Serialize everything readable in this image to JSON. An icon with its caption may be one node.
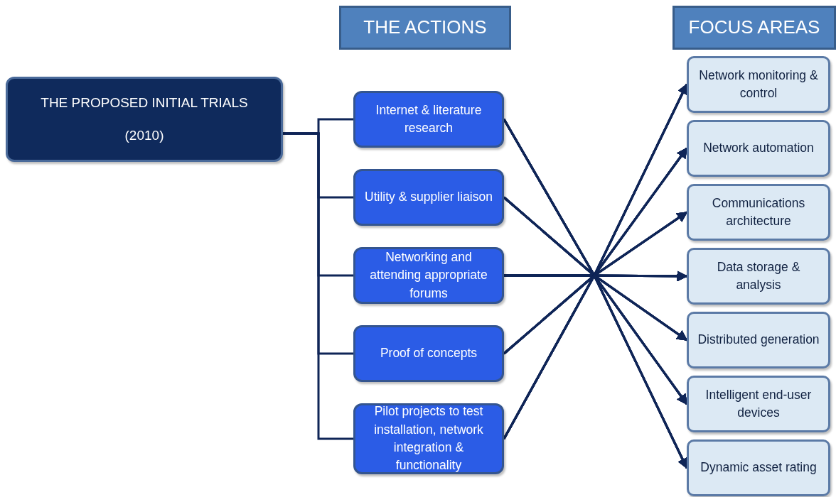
{
  "diagram": {
    "nodes": [
      {
        "text": [
          "THE ACTIONS"
        ]
      },
      {
        "text": [
          "FOCUS AREAS"
        ]
      },
      {
        "text": [
          "THE PROPOSED INITIAL TRIALS",
          "(2010)"
        ]
      },
      {
        "text": [
          "Internet & literature research"
        ]
      },
      {
        "text": [
          "Utility & supplier liaison"
        ]
      },
      {
        "text": [
          "Networking  and attending appropriate forums"
        ]
      },
      {
        "text": [
          "Proof of concepts"
        ]
      },
      {
        "text": [
          "Pilot projects to test installation, network integration & functionality"
        ]
      },
      {
        "text": [
          "Network monitoring & control"
        ]
      },
      {
        "text": [
          "Network automation"
        ]
      },
      {
        "text": [
          "Communications architecture"
        ]
      },
      {
        "text": [
          "Data storage & analysis"
        ]
      },
      {
        "text": [
          "Distributed generation"
        ]
      },
      {
        "text": [
          "Intelligent end-user devices"
        ]
      },
      {
        "text": [
          "Dynamic asset rating"
        ]
      }
    ],
    "edges": [
      {
        "from": 2,
        "to": 3,
        "arrow": "none"
      },
      {
        "from": 2,
        "to": 4,
        "arrow": "none"
      },
      {
        "from": 2,
        "to": 5,
        "arrow": "none"
      },
      {
        "from": 2,
        "to": 6,
        "arrow": "none"
      },
      {
        "from": 2,
        "to": 7,
        "arrow": "none"
      },
      {
        "from": 3,
        "to": 8,
        "arrow": "to"
      },
      {
        "from": 3,
        "to": 9,
        "arrow": "to"
      },
      {
        "from": 3,
        "to": 10,
        "arrow": "to"
      },
      {
        "from": 3,
        "to": 11,
        "arrow": "to"
      },
      {
        "from": 3,
        "to": 12,
        "arrow": "to"
      },
      {
        "from": 3,
        "to": 13,
        "arrow": "to"
      },
      {
        "from": 3,
        "to": 14,
        "arrow": "to"
      },
      {
        "from": 4,
        "to": 8,
        "arrow": "to"
      },
      {
        "from": 4,
        "to": 9,
        "arrow": "to"
      },
      {
        "from": 4,
        "to": 10,
        "arrow": "to"
      },
      {
        "from": 4,
        "to": 11,
        "arrow": "to"
      },
      {
        "from": 4,
        "to": 12,
        "arrow": "to"
      },
      {
        "from": 4,
        "to": 13,
        "arrow": "to"
      },
      {
        "from": 4,
        "to": 14,
        "arrow": "to"
      },
      {
        "from": 5,
        "to": 8,
        "arrow": "to"
      },
      {
        "from": 5,
        "to": 9,
        "arrow": "to"
      },
      {
        "from": 5,
        "to": 10,
        "arrow": "to"
      },
      {
        "from": 5,
        "to": 11,
        "arrow": "to"
      },
      {
        "from": 5,
        "to": 12,
        "arrow": "to"
      },
      {
        "from": 5,
        "to": 13,
        "arrow": "to"
      },
      {
        "from": 5,
        "to": 14,
        "arrow": "to"
      },
      {
        "from": 6,
        "to": 8,
        "arrow": "to"
      },
      {
        "from": 6,
        "to": 9,
        "arrow": "to"
      },
      {
        "from": 6,
        "to": 10,
        "arrow": "to"
      },
      {
        "from": 6,
        "to": 11,
        "arrow": "to"
      },
      {
        "from": 6,
        "to": 12,
        "arrow": "to"
      },
      {
        "from": 6,
        "to": 13,
        "arrow": "to"
      },
      {
        "from": 6,
        "to": 14,
        "arrow": "to"
      },
      {
        "from": 7,
        "to": 8,
        "arrow": "to"
      },
      {
        "from": 7,
        "to": 9,
        "arrow": "to"
      },
      {
        "from": 7,
        "to": 10,
        "arrow": "to"
      },
      {
        "from": 7,
        "to": 11,
        "arrow": "to"
      },
      {
        "from": 7,
        "to": 12,
        "arrow": "to"
      },
      {
        "from": 7,
        "to": 13,
        "arrow": "to"
      },
      {
        "from": 7,
        "to": 14,
        "arrow": "to"
      }
    ]
  }
}
